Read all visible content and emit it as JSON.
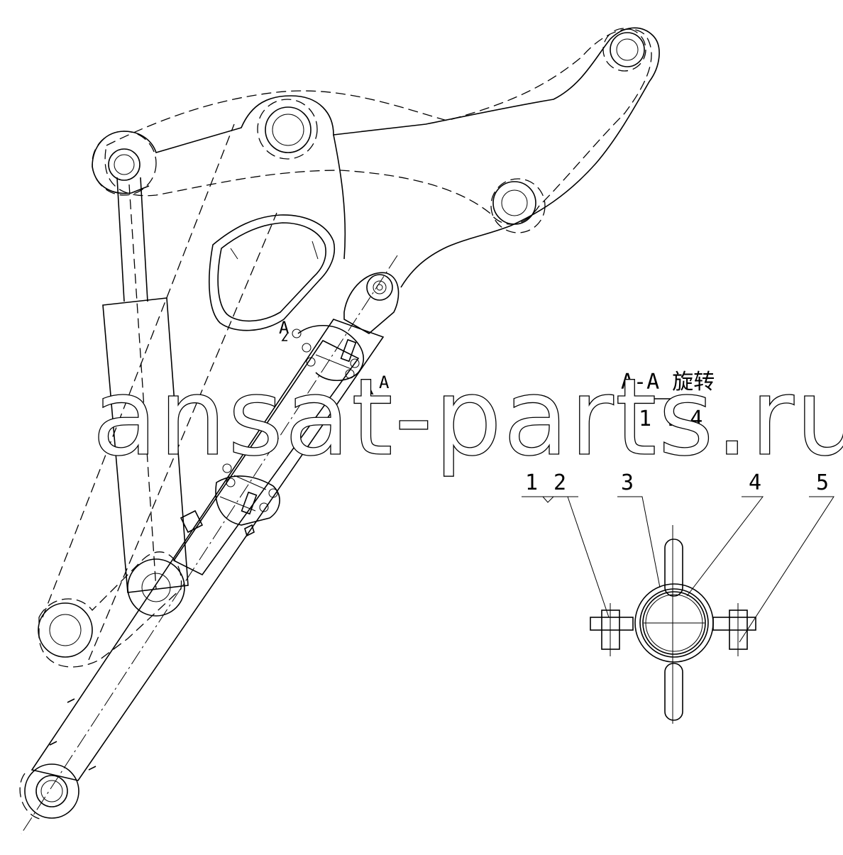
{
  "corner_text": "",
  "section": {
    "title": "A-A 旋转",
    "scale": "1 : 4"
  },
  "section_markers": {
    "upper": "A",
    "lower": "A"
  },
  "callouts": [
    {
      "number": "1"
    },
    {
      "number": "2"
    },
    {
      "number": "3"
    },
    {
      "number": "4"
    },
    {
      "number": "5"
    }
  ],
  "watermark": "ansat-parts.ru"
}
